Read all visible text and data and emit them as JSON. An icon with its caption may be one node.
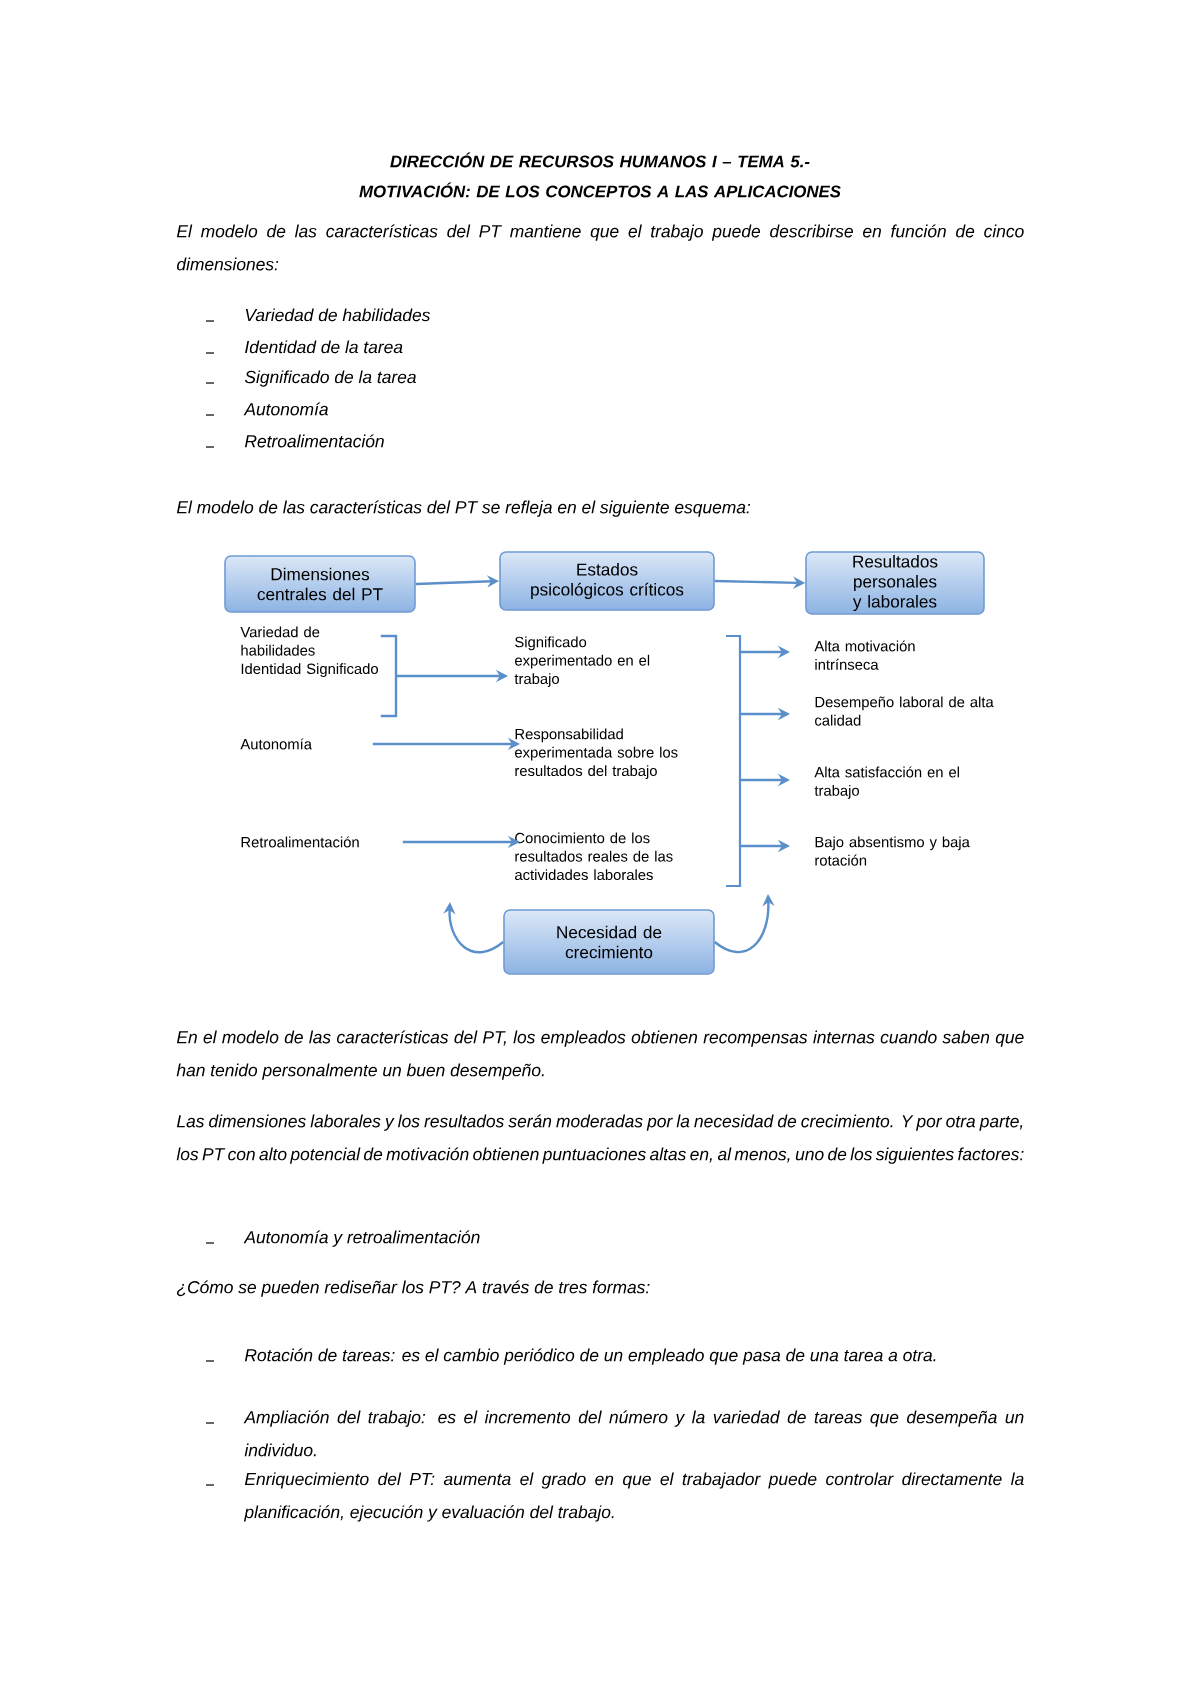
{
  "diagram": {
    "title": "DIRECCIÓN DE RECURSOS HUMANOS I – TEMA 5.- MOTIVACIÓN: DE LOS CONCEPTOS A LAS APLICACIONES",
    "nodes": [
      {
        "text": [
          "Dimensiones centrales del PT"
        ]
      },
      {
        "text": [
          "Estados psicológicos críticos"
        ]
      },
      {
        "text": [
          "Resultados personales y laborales"
        ]
      },
      {
        "text": [
          "Variedad de habilidades Identidad Significado"
        ]
      },
      {
        "text": [
          "Autonomía"
        ]
      },
      {
        "text": [
          "Retroalimentación"
        ]
      },
      {
        "text": [
          "Significado experimentado en el trabajo"
        ]
      },
      {
        "text": [
          "Responsabilidad experimentada sobre los resultados del trabajo"
        ]
      },
      {
        "text": [
          "Conocimiento de los resultados reales de las actividades laborales"
        ]
      },
      {
        "text": [
          "Alta motivación intrínseca"
        ]
      },
      {
        "text": [
          "Desempeño laboral de alta calidad"
        ]
      },
      {
        "text": [
          "Alta satisfacción en el trabajo"
        ]
      },
      {
        "text": [
          "Bajo absentismo y baja rotación"
        ]
      },
      {
        "text": [
          "Necesidad de crecimiento"
        ]
      }
    ],
    "edges": [
      {
        "from": 0,
        "to": 1,
        "arrow": "to"
      },
      {
        "from": 1,
        "to": 2,
        "arrow": "to"
      },
      {
        "from": 3,
        "to": 6,
        "arrow": "to"
      },
      {
        "from": 4,
        "to": 7,
        "arrow": "to"
      },
      {
        "from": 5,
        "to": 8,
        "arrow": "to"
      },
      {
        "from": null,
        "to": 9,
        "arrow": "to"
      },
      {
        "from": null,
        "to": 10,
        "arrow": "to"
      },
      {
        "from": null,
        "to": 11,
        "arrow": "to"
      },
      {
        "from": null,
        "to": 12,
        "arrow": "to"
      },
      {
        "from": 13,
        "to": null,
        "arrow": "to"
      },
      {
        "from": 13,
        "to": null,
        "arrow": "to"
      }
    ],
    "labels": [
      "El modelo de las características del PT mantiene que el trabajo puede describirse en función de cinco dimensiones:",
      "Variedad de habilidades",
      "Identidad de la tarea",
      "Significado de la tarea",
      "Autonomía",
      "Retroalimentación",
      "El modelo de las características del PT se refleja en el siguiente esquema:",
      "En el modelo de las características del PT, los empleados obtienen recompensas internas cuando saben que han tenido personalmente un buen desempeño.",
      "Las dimensiones laborales y los resultados serán moderadas por la necesidad de crecimiento. Y por otra parte, los PT con alto potencial de motivación obtienen puntuaciones altas en, al menos, uno de los siguientes factores:",
      "Autonomía y retroalimentación",
      "¿Cómo se pueden rediseñar los PT? A través de tres formas:",
      "Rotación de tareas: es el cambio periódico de un empleado que pasa de una tarea a otra.",
      "Ampliación del trabajo: es el incremento del número y la variedad de tareas que desempeña un individuo.",
      "Enriquecimiento del PT: aumenta el grado en que el trabajador puede controlar directamente la planificación, ejecución y evaluación del trabajo."
    ]
  }
}
